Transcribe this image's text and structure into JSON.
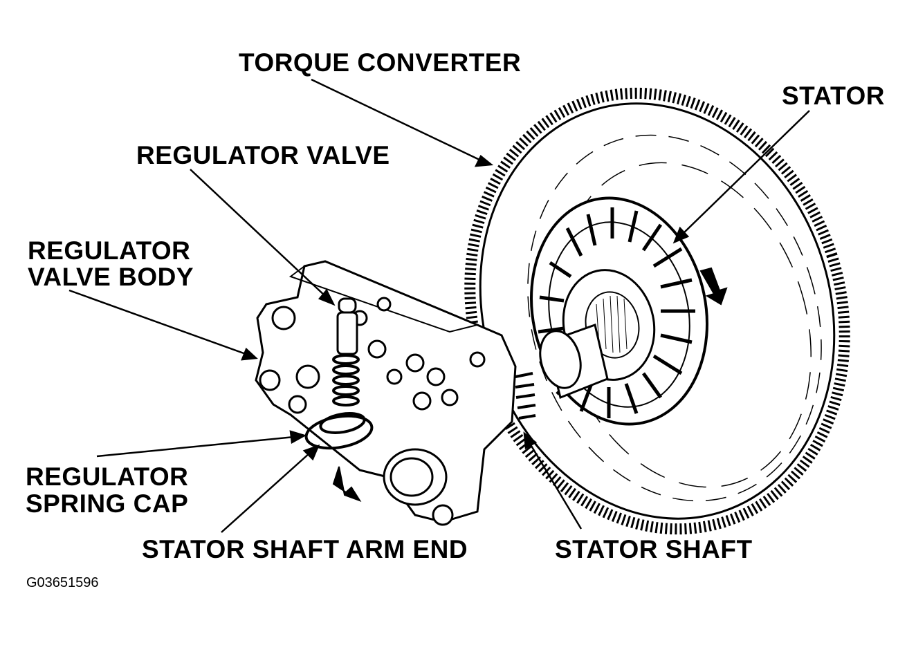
{
  "diagram": {
    "labels": {
      "torque_converter": "TORQUE CONVERTER",
      "stator": "STATOR",
      "regulator_valve": "REGULATOR VALVE",
      "regulator_valve_body_line1": "REGULATOR",
      "regulator_valve_body_line2": "VALVE BODY",
      "regulator_spring_cap_line1": "REGULATOR",
      "regulator_spring_cap_line2": "SPRING CAP",
      "stator_shaft_arm_end": "STATOR SHAFT ARM END",
      "stator_shaft": "STATOR SHAFT"
    },
    "figure_id": "G03651596",
    "colors": {
      "ink": "#000000",
      "paper": "#ffffff"
    }
  }
}
